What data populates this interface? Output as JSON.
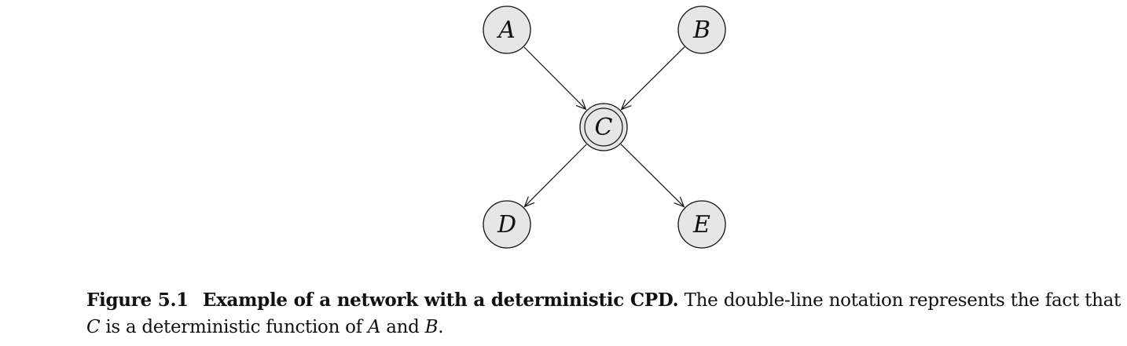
{
  "diagram": {
    "nodes": [
      {
        "id": "A",
        "label": "A",
        "deterministic": false
      },
      {
        "id": "B",
        "label": "B",
        "deterministic": false
      },
      {
        "id": "C",
        "label": "C",
        "deterministic": true
      },
      {
        "id": "D",
        "label": "D",
        "deterministic": false
      },
      {
        "id": "E",
        "label": "E",
        "deterministic": false
      }
    ],
    "edges": [
      {
        "from": "A",
        "to": "C"
      },
      {
        "from": "B",
        "to": "C"
      },
      {
        "from": "C",
        "to": "D"
      },
      {
        "from": "C",
        "to": "E"
      }
    ],
    "node_fill": "#e6e6e6",
    "stroke_color": "#111111"
  },
  "caption": {
    "figure_number": "Figure 5.1",
    "title": "Example of a network with a deterministic CPD.",
    "text_1": " The double-line notation represents the fact that ",
    "var_c": "C",
    "text_2": " is a deterministic function of ",
    "var_a": "A",
    "text_3": " and ",
    "var_b": "B",
    "text_4": "."
  }
}
